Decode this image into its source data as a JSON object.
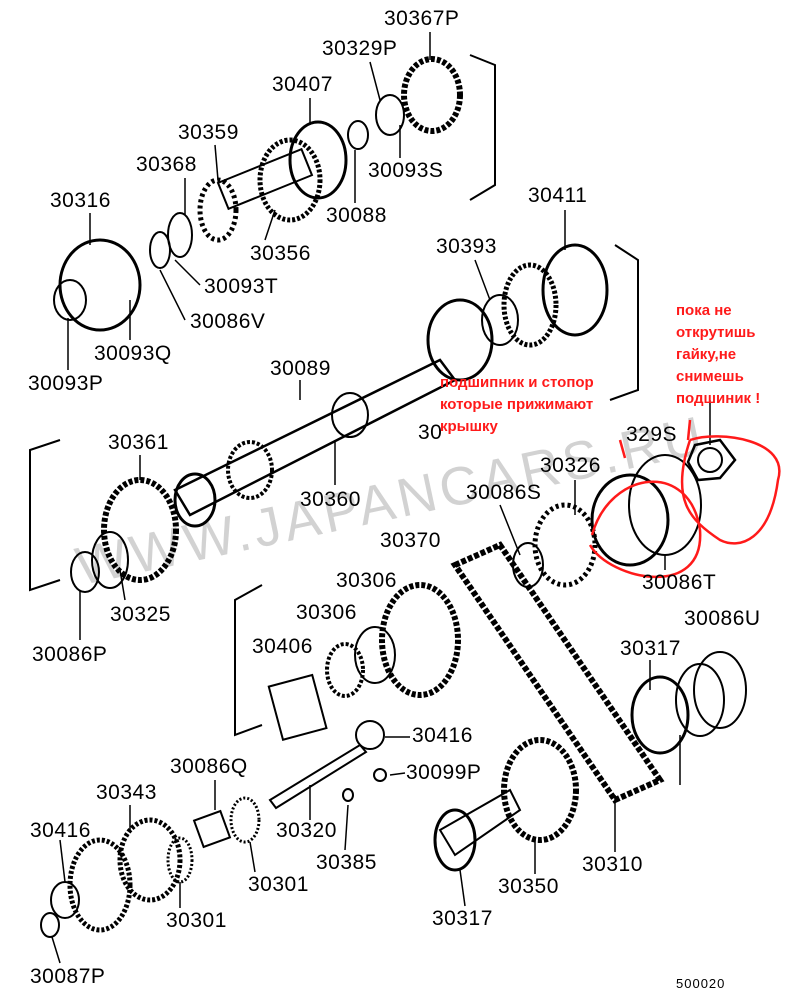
{
  "watermark": "WWW.JAPANCARS.RU",
  "diagram_code": "500020",
  "labels": [
    "30367P",
    "30329P",
    "30407",
    "30359",
    "30368",
    "30316",
    "30093S",
    "30088",
    "30356",
    "30093T",
    "30086V",
    "30093Q",
    "30093P",
    "30411",
    "30393",
    "30089",
    "30360",
    "30361",
    "30325",
    "30086P",
    "30326",
    "30086S",
    "30370",
    "30306",
    "30306",
    "30406",
    "30086T",
    "30317",
    "30086U",
    "30416",
    "30086Q",
    "30099P",
    "30343",
    "30416",
    "30320",
    "30385",
    "30301",
    "30301",
    "30350",
    "30310",
    "30317",
    "30087P"
  ],
  "partial_labels": [
    "30",
    "329S"
  ],
  "annotations": {
    "bearing_note": "подшипник и стопор\nкоторые прижимают\nкрышку",
    "nut_note": "пока не\nоткрутишь\nгайку,не\nснимешь\nподшиник !"
  },
  "colors": {
    "annotation": "#ff1a1a",
    "lines": "#000000",
    "watermark": "#c8c8c8"
  }
}
